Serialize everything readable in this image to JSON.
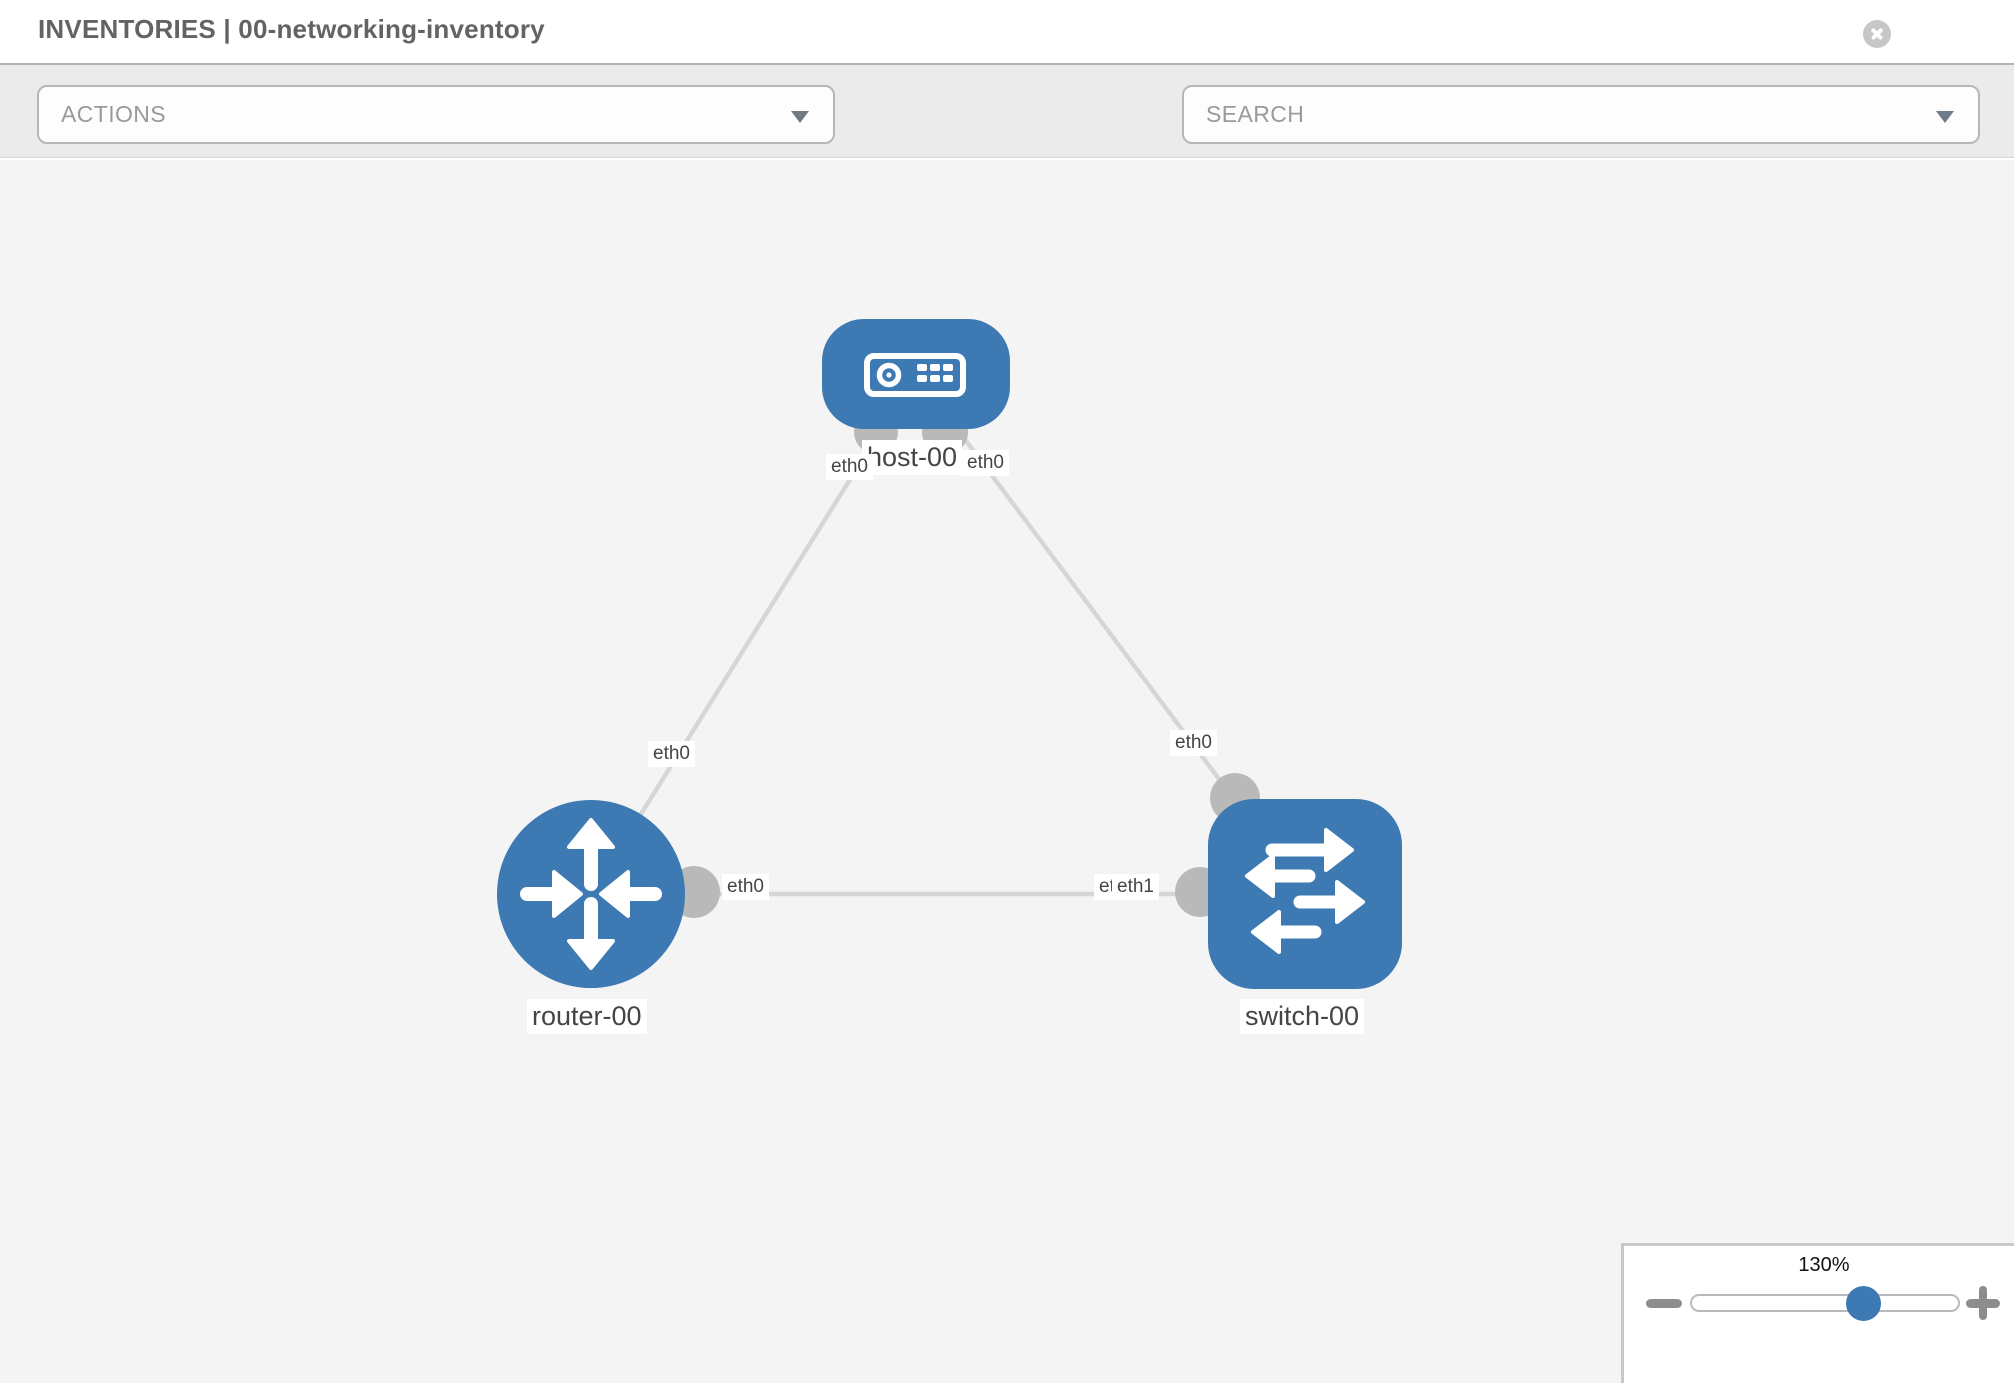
{
  "header": {
    "title": "INVENTORIES | 00-networking-inventory"
  },
  "toolbar": {
    "actions_label": "ACTIONS",
    "search_placeholder": "SEARCH",
    "icons": [
      "wrench-icon",
      "key-icon"
    ]
  },
  "topology": {
    "nodes": [
      {
        "id": "host-00",
        "type": "host",
        "label": "host-00",
        "shape": "rounded-rect"
      },
      {
        "id": "router-00",
        "type": "router",
        "label": "router-00",
        "shape": "circle"
      },
      {
        "id": "switch-00",
        "type": "switch",
        "label": "switch-00",
        "shape": "rounded-square"
      }
    ],
    "links": [
      {
        "source": "host-00",
        "source_iface": "eth0",
        "target": "router-00",
        "target_iface": "eth0"
      },
      {
        "source": "host-00",
        "source_iface": "eth0",
        "target": "switch-00",
        "target_iface": "eth0"
      },
      {
        "source": "router-00",
        "source_iface": "eth0",
        "target": "switch-00",
        "target_iface": "eth1"
      }
    ],
    "labels": {
      "host": "host-00",
      "router": "router-00",
      "switch": "switch-00",
      "host_left_iface": "eth0",
      "host_right_iface": "eth0",
      "host_router_link_iface": "eth0",
      "host_switch_link_iface": "eth0",
      "router_right_iface": "eth0",
      "switch_left_iface_hidden": "eth0",
      "switch_left_iface": "eth1"
    }
  },
  "zoom_control": {
    "level": "130%"
  },
  "colors": {
    "node_blue": "#3d79b2",
    "link_gray": "#d6d6d6",
    "interface_gray": "#b9b9b9",
    "toolbar_gray": "#ebebeb",
    "canvas_gray": "#f4f4f4",
    "slider_handle_blue": "#3d79b2"
  }
}
